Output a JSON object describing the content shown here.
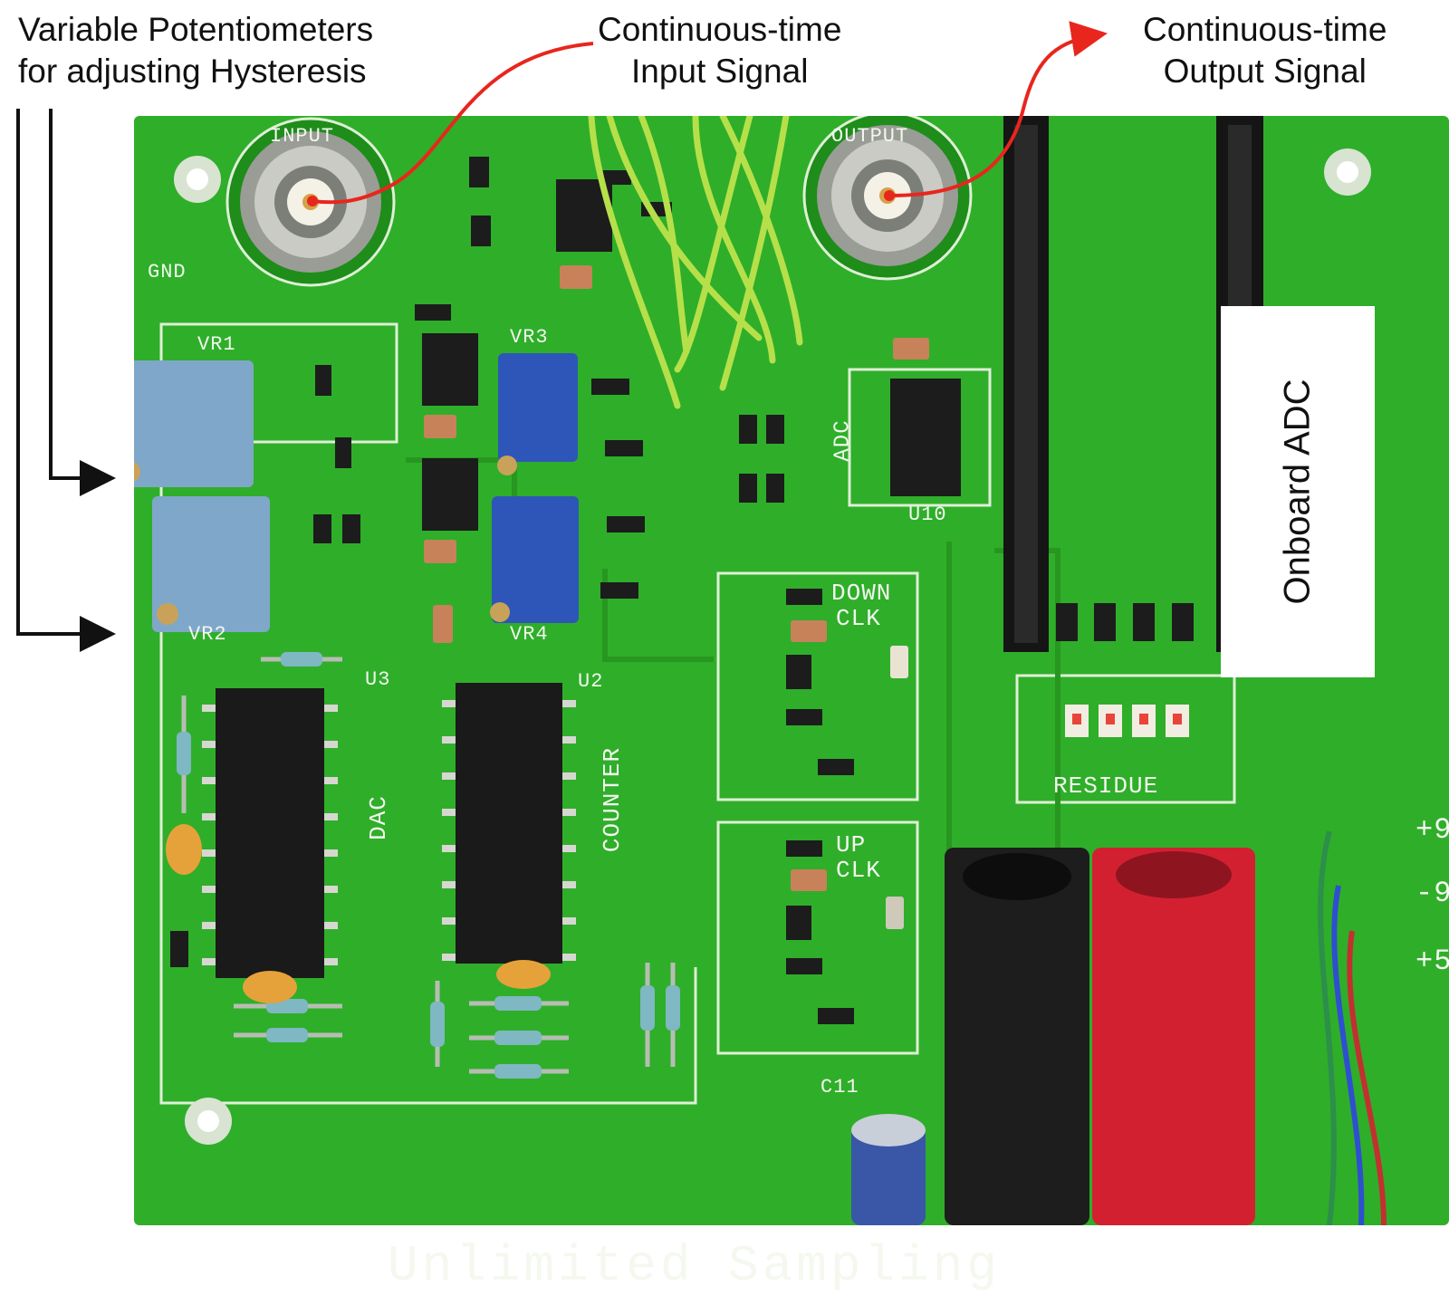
{
  "callouts": {
    "potentiometers": {
      "line1": "Variable Potentiometers",
      "line2": "for adjusting Hysteresis"
    },
    "input": {
      "line1": "Continuous-time",
      "line2": "Input Signal"
    },
    "output": {
      "line1": "Continuous-time",
      "line2": "Output Signal"
    }
  },
  "board": {
    "adc_label": "Onboard ADC",
    "brand": "Unlimited Sampling",
    "silk": {
      "input": "INPUT",
      "output": "OUTPUT",
      "gnd": "GND",
      "vr1": "VR1",
      "vr2": "VR2",
      "vr3": "VR3",
      "vr4": "VR4",
      "dac": "DAC",
      "counter": "COUNTER",
      "adc": "ADC",
      "down_clk_1": "DOWN",
      "down_clk_2": "CLK",
      "up_clk_1": "UP",
      "up_clk_2": "CLK",
      "residue": "RESIDUE",
      "u3": "U3",
      "u2": "U2",
      "u10": "U10",
      "c11": "C11",
      "p9": "+9",
      "m9": "-9",
      "p5": "+5"
    }
  },
  "colors": {
    "board": "#2fae2a",
    "arrow_red": "#e8261d",
    "wire_yellow": "#b6e04a"
  }
}
